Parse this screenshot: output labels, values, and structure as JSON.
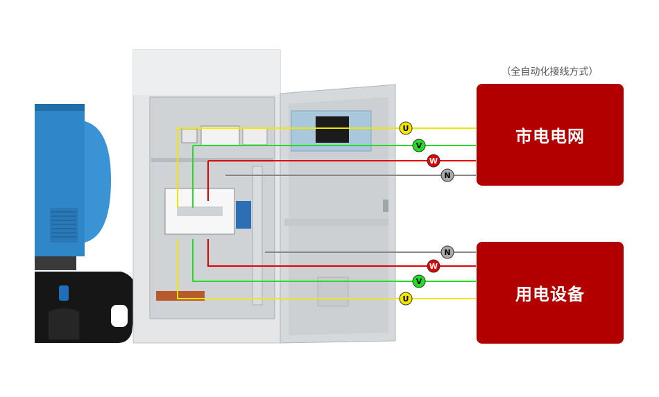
{
  "caption": "（全自动化接线方式）",
  "grid_box": {
    "label": "市电电网"
  },
  "load_box": {
    "label": "用电设备"
  },
  "phases": {
    "U": {
      "label": "U",
      "color": "#f2e600"
    },
    "V": {
      "label": "V",
      "color": "#22dd22"
    },
    "W": {
      "label": "W",
      "color": "#e00000"
    },
    "N": {
      "label": "N",
      "color": "#888888"
    }
  },
  "colors": {
    "box_red": "#b20000",
    "cabinet": "#d9dcdd",
    "generator_blue": "#2f86c8"
  }
}
